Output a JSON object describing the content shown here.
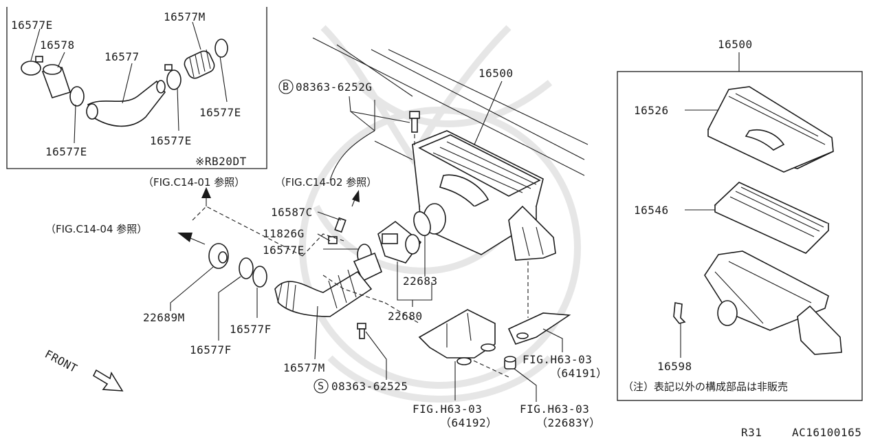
{
  "inset": {
    "labels": {
      "p16577E_top": "16577E",
      "p16578": "16578",
      "p16577": "16577",
      "p16577M": "16577M",
      "p16577E_right": "16577E",
      "p16577E_mid": "16577E",
      "p16577E_left": "16577E"
    },
    "engine_note": "※RB20DT"
  },
  "references": {
    "fig_c14_01": "（FIG.C14-01 参照）",
    "fig_c14_02": "（FIG.C14-02 参照）",
    "fig_c14_04": "（FIG.C14-04 参照）"
  },
  "bolts": {
    "b_marker": "B",
    "b_part": "08363-6252G",
    "s_marker": "S",
    "s_part": "08363-62525"
  },
  "main_labels": {
    "p16500": "16500",
    "p16587C": "16587C",
    "p11826G": "11826G",
    "p16577E": "16577E",
    "p22683": "22683",
    "p22680": "22680",
    "p22689M": "22689M",
    "p16577F_a": "16577F",
    "p16577F_b": "16577F",
    "p16577M": "16577M",
    "front": "FRONT"
  },
  "fig_refs": {
    "h63_64192": {
      "fig": "FIG.H63-03",
      "num": "（64192）"
    },
    "h63_64191": {
      "fig": "FIG.H63-03",
      "num": "（64191）"
    },
    "h63_22683Y": {
      "fig": "FIG.H63-03",
      "num": "（22683Y）"
    }
  },
  "box": {
    "title": "16500",
    "p16526": "16526",
    "p16546": "16546",
    "p16598": "16598",
    "note": "（注）表記以外の構成部品は非販売"
  },
  "footer": {
    "model": "R31",
    "code": "AC16100165"
  }
}
